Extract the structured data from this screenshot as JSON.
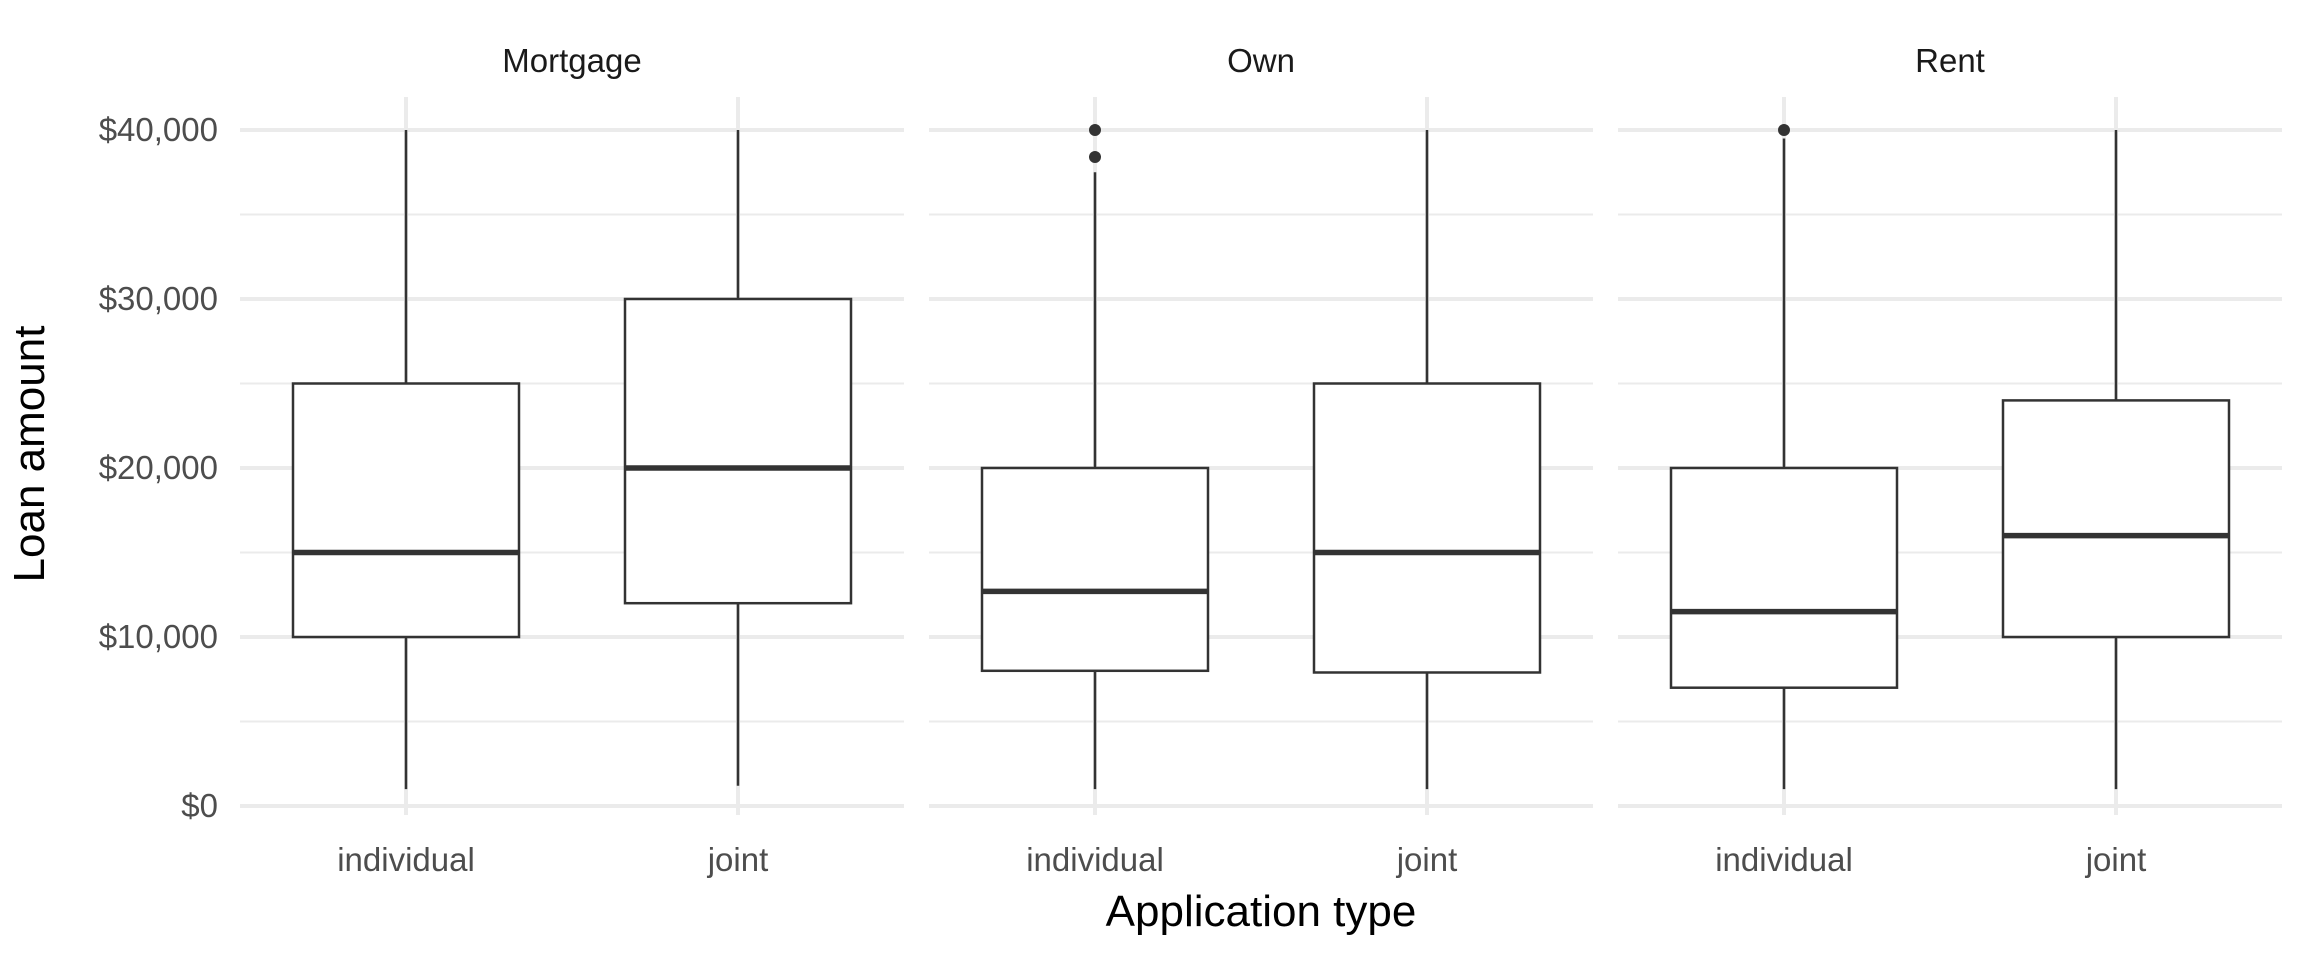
{
  "chart_data": {
    "type": "boxplot",
    "title": "",
    "xlabel": "Application type",
    "ylabel": "Loan amount",
    "ylim": [
      0,
      40000
    ],
    "yticks": [
      0,
      10000,
      20000,
      30000,
      40000
    ],
    "ytick_labels": [
      "$0",
      "$10,000",
      "$20,000",
      "$30,000",
      "$40,000"
    ],
    "categories": [
      "individual",
      "joint"
    ],
    "grid": true,
    "legend": "none",
    "colors": {
      "box_stroke": "#333333",
      "grid": "#ebebeb",
      "text": "#4d4d4d",
      "title": "#000000"
    },
    "panels": [
      {
        "facet": "Mortgage",
        "boxes": [
          {
            "category": "individual",
            "whisker_low": 1000,
            "q1": 10000,
            "median": 15000,
            "q3": 25000,
            "whisker_high": 40000,
            "outliers": []
          },
          {
            "category": "joint",
            "whisker_low": 1200,
            "q1": 12000,
            "median": 20000,
            "q3": 30000,
            "whisker_high": 40000,
            "outliers": []
          }
        ]
      },
      {
        "facet": "Own",
        "boxes": [
          {
            "category": "individual",
            "whisker_low": 1000,
            "q1": 8000,
            "median": 12700,
            "q3": 20000,
            "whisker_high": 37500,
            "outliers": [
              38400,
              40000
            ]
          },
          {
            "category": "joint",
            "whisker_low": 1000,
            "q1": 7900,
            "median": 15000,
            "q3": 25000,
            "whisker_high": 40000,
            "outliers": []
          }
        ]
      },
      {
        "facet": "Rent",
        "boxes": [
          {
            "category": "individual",
            "whisker_low": 1000,
            "q1": 7000,
            "median": 11500,
            "q3": 20000,
            "whisker_high": 39500,
            "outliers": [
              40000
            ]
          },
          {
            "category": "joint",
            "whisker_low": 1000,
            "q1": 10000,
            "median": 16000,
            "q3": 24000,
            "whisker_high": 40000,
            "outliers": []
          }
        ]
      }
    ]
  }
}
